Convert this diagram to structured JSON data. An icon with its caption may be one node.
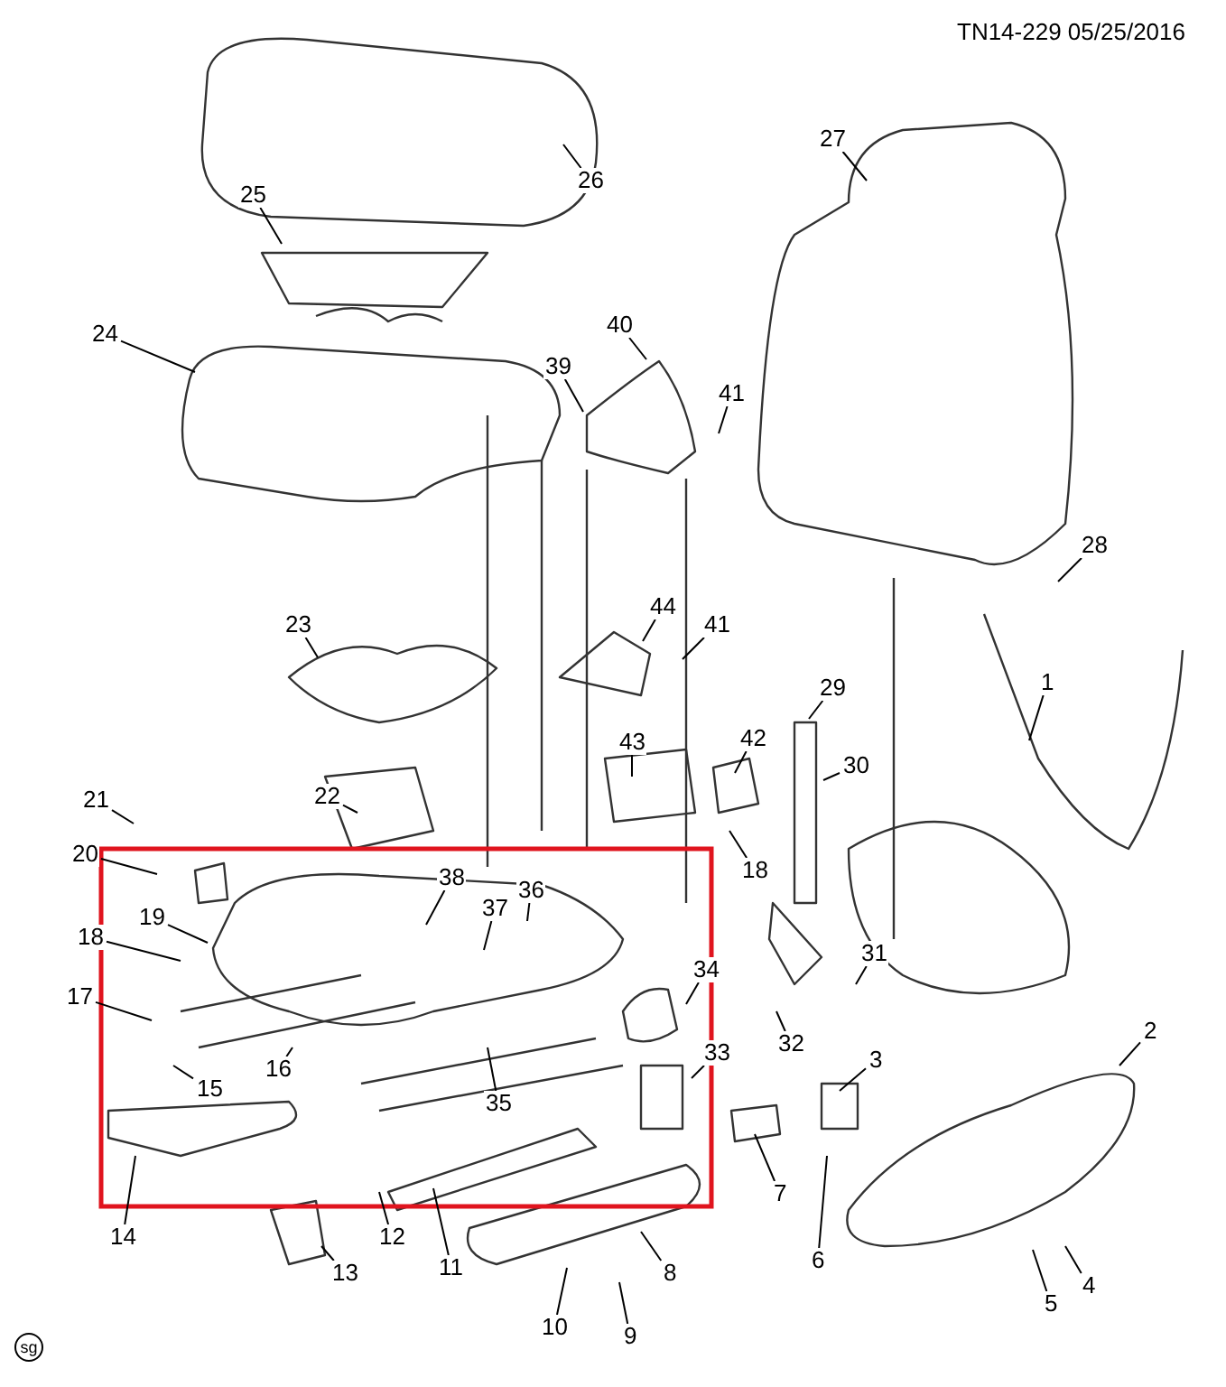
{
  "diagram": {
    "nodes": [
      {
        "text": [
          "1"
        ]
      },
      {
        "text": [
          "2"
        ]
      },
      {
        "text": [
          "3"
        ]
      },
      {
        "text": [
          "4"
        ]
      },
      {
        "text": [
          "5"
        ]
      },
      {
        "text": [
          "6"
        ]
      },
      {
        "text": [
          "7"
        ]
      },
      {
        "text": [
          "8"
        ]
      },
      {
        "text": [
          "9"
        ]
      },
      {
        "text": [
          "10"
        ]
      },
      {
        "text": [
          "11"
        ]
      },
      {
        "text": [
          "12"
        ]
      },
      {
        "text": [
          "13"
        ]
      },
      {
        "text": [
          "14"
        ]
      },
      {
        "text": [
          "15"
        ]
      },
      {
        "text": [
          "16"
        ]
      },
      {
        "text": [
          "17"
        ]
      },
      {
        "text": [
          "18"
        ]
      },
      {
        "text": [
          "19"
        ]
      },
      {
        "text": [
          "20"
        ]
      },
      {
        "text": [
          "21"
        ]
      },
      {
        "text": [
          "22"
        ]
      },
      {
        "text": [
          "23"
        ]
      },
      {
        "text": [
          "24"
        ]
      },
      {
        "text": [
          "25"
        ]
      },
      {
        "text": [
          "26"
        ]
      },
      {
        "text": [
          "27"
        ]
      },
      {
        "text": [
          "28"
        ]
      },
      {
        "text": [
          "29"
        ]
      },
      {
        "text": [
          "30"
        ]
      },
      {
        "text": [
          "31"
        ]
      },
      {
        "text": [
          "32"
        ]
      },
      {
        "text": [
          "33"
        ]
      },
      {
        "text": [
          "34"
        ]
      },
      {
        "text": [
          "35"
        ]
      },
      {
        "text": [
          "36"
        ]
      },
      {
        "text": [
          "37"
        ]
      },
      {
        "text": [
          "38"
        ]
      },
      {
        "text": [
          "39"
        ]
      },
      {
        "text": [
          "40"
        ]
      },
      {
        "text": [
          "41"
        ]
      },
      {
        "text": [
          "41"
        ]
      },
      {
        "text": [
          "42"
        ]
      },
      {
        "text": [
          "43"
        ]
      },
      {
        "text": [
          "44"
        ]
      },
      {
        "text": [
          "18"
        ]
      }
    ],
    "edges": [
      {
        "from": 0,
        "to": null,
        "arrow": "none"
      },
      {
        "from": 1,
        "to": null,
        "arrow": "none"
      },
      {
        "from": 2,
        "to": null,
        "arrow": "none"
      },
      {
        "from": 3,
        "to": null,
        "arrow": "none"
      },
      {
        "from": 4,
        "to": null,
        "arrow": "none"
      },
      {
        "from": 5,
        "to": null,
        "arrow": "none"
      },
      {
        "from": 6,
        "to": null,
        "arrow": "none"
      },
      {
        "from": 7,
        "to": null,
        "arrow": "none"
      },
      {
        "from": 8,
        "to": null,
        "arrow": "none"
      },
      {
        "from": 9,
        "to": null,
        "arrow": "none"
      },
      {
        "from": 10,
        "to": null,
        "arrow": "none"
      },
      {
        "from": 11,
        "to": null,
        "arrow": "none"
      },
      {
        "from": 12,
        "to": null,
        "arrow": "none"
      },
      {
        "from": 13,
        "to": null,
        "arrow": "none"
      },
      {
        "from": 14,
        "to": null,
        "arrow": "none"
      },
      {
        "from": 15,
        "to": null,
        "arrow": "none"
      },
      {
        "from": 16,
        "to": null,
        "arrow": "none"
      },
      {
        "from": 17,
        "to": null,
        "arrow": "none"
      },
      {
        "from": 18,
        "to": null,
        "arrow": "none"
      },
      {
        "from": 19,
        "to": null,
        "arrow": "none"
      },
      {
        "from": 20,
        "to": null,
        "arrow": "none"
      },
      {
        "from": 21,
        "to": null,
        "arrow": "none"
      },
      {
        "from": 22,
        "to": null,
        "arrow": "none"
      },
      {
        "from": 23,
        "to": null,
        "arrow": "none"
      },
      {
        "from": 24,
        "to": null,
        "arrow": "none"
      },
      {
        "from": 25,
        "to": null,
        "arrow": "none"
      },
      {
        "from": 26,
        "to": null,
        "arrow": "none"
      },
      {
        "from": 27,
        "to": null,
        "arrow": "none"
      },
      {
        "from": 28,
        "to": null,
        "arrow": "none"
      },
      {
        "from": 29,
        "to": null,
        "arrow": "none"
      },
      {
        "from": 30,
        "to": null,
        "arrow": "none"
      },
      {
        "from": 31,
        "to": null,
        "arrow": "none"
      },
      {
        "from": 32,
        "to": null,
        "arrow": "none"
      },
      {
        "from": 33,
        "to": null,
        "arrow": "none"
      },
      {
        "from": 34,
        "to": null,
        "arrow": "none"
      },
      {
        "from": 35,
        "to": null,
        "arrow": "none"
      },
      {
        "from": 36,
        "to": null,
        "arrow": "none"
      },
      {
        "from": 37,
        "to": null,
        "arrow": "none"
      },
      {
        "from": 38,
        "to": null,
        "arrow": "none"
      },
      {
        "from": 39,
        "to": null,
        "arrow": "none"
      },
      {
        "from": 40,
        "to": null,
        "arrow": "none"
      },
      {
        "from": 41,
        "to": null,
        "arrow": "none"
      },
      {
        "from": 42,
        "to": null,
        "arrow": "none"
      },
      {
        "from": 43,
        "to": null,
        "arrow": "none"
      },
      {
        "from": 44,
        "to": null,
        "arrow": "none"
      },
      {
        "from": 45,
        "to": null,
        "arrow": "none"
      }
    ],
    "labels": [
      "TN14-229 05/25/2016",
      "sg"
    ]
  }
}
